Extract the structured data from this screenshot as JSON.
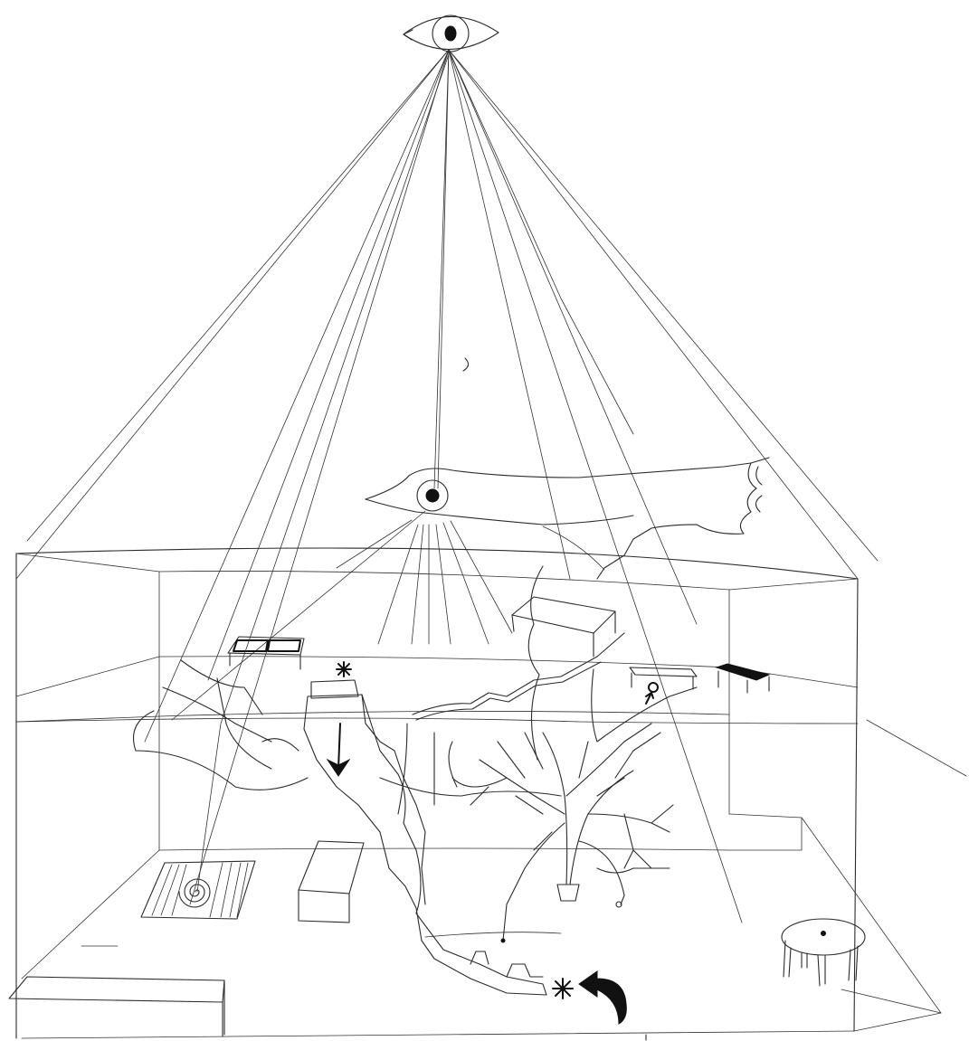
{
  "drawing": {
    "style": "pencil line sketch",
    "ink_color": "#222222",
    "paper_color": "#ffffff",
    "elements": [
      "top-eye",
      "bird-with-eye",
      "room-box",
      "shelf-level",
      "staircase",
      "tree",
      "spiral-rug",
      "benches",
      "round-table",
      "arrows",
      "star-marks",
      "small-moon"
    ]
  }
}
